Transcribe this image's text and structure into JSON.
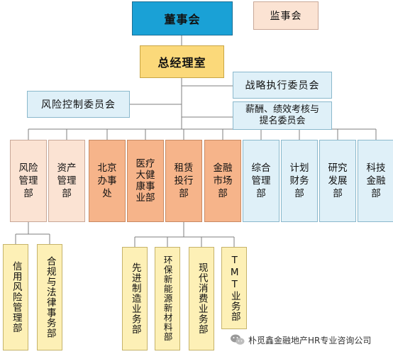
{
  "board": "董事会",
  "supervisors": "监事会",
  "gm_office": "总经理室",
  "committees": {
    "strategy": "战略执行委员会",
    "risk_control": "风险控制委员会",
    "compensation": "薪酬、绩效考核与\n提名委员会"
  },
  "departments": [
    {
      "label": "风险\n管理\n部"
    },
    {
      "label": "资产\n管理\n部"
    },
    {
      "label": "北京\n办事\n处"
    },
    {
      "label": "医疗\n大健\n康事\n业部"
    },
    {
      "label": "租赁\n投行\n部"
    },
    {
      "label": "金融\n市场\n部"
    },
    {
      "label": "综合\n管理\n部"
    },
    {
      "label": "计划\n财务\n部"
    },
    {
      "label": "研究\n发展\n部"
    },
    {
      "label": "科技\n金融\n部"
    }
  ],
  "risk_subunits": [
    "信用风险管理部",
    "合规与法律事务部"
  ],
  "leasing_subunits": [
    "先进制造业务部",
    "环保新能源新材料部",
    "现代消费业务部",
    "TMT业务部"
  ],
  "watermark": "朴觅鑫金融地产HR专业咨询公司",
  "colors": {
    "board": "#1aa1d6",
    "gm_office": "#fbd97a",
    "committees": "#dff0f8",
    "departments_peach": "#fbe3d3",
    "departments_orange": "#f6b48a",
    "subunits": "#fdf0b6"
  }
}
